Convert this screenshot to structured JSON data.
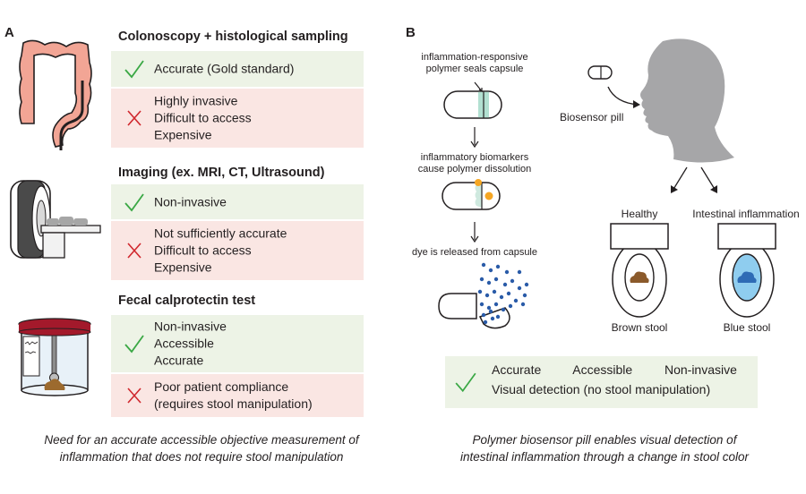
{
  "panel_a": {
    "label": "A",
    "sections": [
      {
        "title": "Colonoscopy + histological sampling",
        "icon": "colon-icon",
        "pros": [
          "Accurate (Gold standard)"
        ],
        "cons": [
          "Highly invasive",
          "Difficult to access",
          "Expensive"
        ]
      },
      {
        "title": "Imaging (ex. MRI, CT, Ultrasound)",
        "icon": "mri-scanner-icon",
        "pros": [
          "Non-invasive"
        ],
        "cons": [
          "Not sufficiently accurate",
          "Difficult to access",
          "Expensive"
        ]
      },
      {
        "title": "Fecal calprotectin test",
        "icon": "stool-sample-jar-icon",
        "pros": [
          "Non-invasive",
          "Accessible",
          "Accurate"
        ],
        "cons": [
          "Poor patient compliance",
          "(requires stool manipulation)"
        ]
      }
    ],
    "caption_lines": [
      "Need for an accurate accessible objective measurement of",
      "inflammation that does not require stool manipulation"
    ]
  },
  "panel_b": {
    "label": "B",
    "steps": [
      {
        "lines": [
          "inflammation-responsive",
          "polymer seals capsule"
        ]
      },
      {
        "lines": [
          "inflammatory biomarkers",
          "cause polymer dissolution"
        ]
      },
      {
        "lines": [
          "dye is released from capsule"
        ]
      }
    ],
    "pill_label": "Biosensor pill",
    "outcomes": [
      {
        "condition": "Healthy",
        "result": "Brown stool",
        "color": "#8b5a2b"
      },
      {
        "condition": "Intestinal inflammation",
        "result": "Blue stool",
        "color": "#2e6bb5"
      }
    ],
    "benefits": {
      "row1": [
        "Accurate",
        "Accessible",
        "Non-invasive"
      ],
      "row2": "Visual detection (no stool manipulation)"
    },
    "caption_lines": [
      "Polymer biosensor pill enables visual detection of",
      "intestinal inflammation through a change in stool color"
    ]
  },
  "colors": {
    "pro_bg": "#edf3e6",
    "con_bg": "#fae6e3",
    "check": "#3aa845",
    "cross": "#d0282e",
    "colon": "#f2a595",
    "polymer": "#9fd8c5",
    "biomarker": "#f5a623",
    "dye": "#2a5ba8",
    "jar_lid": "#a3192b",
    "head": "#a6a6a8"
  }
}
